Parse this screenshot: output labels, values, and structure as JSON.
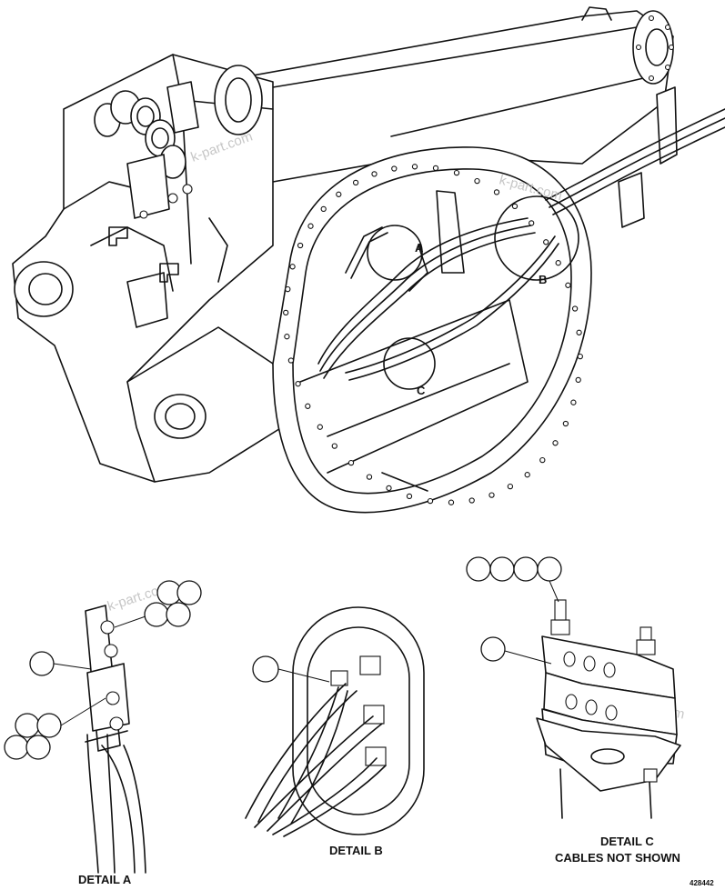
{
  "figure": {
    "drawing_number": "428442",
    "watermark": "k-part.com"
  },
  "view_markers": {
    "a": "A",
    "b": "B",
    "c": "C"
  },
  "details": {
    "a": {
      "title": "DETAIL A"
    },
    "b": {
      "title": "DETAIL B"
    },
    "c": {
      "title": "DETAIL C",
      "note": "CABLES NOT SHOWN"
    }
  }
}
